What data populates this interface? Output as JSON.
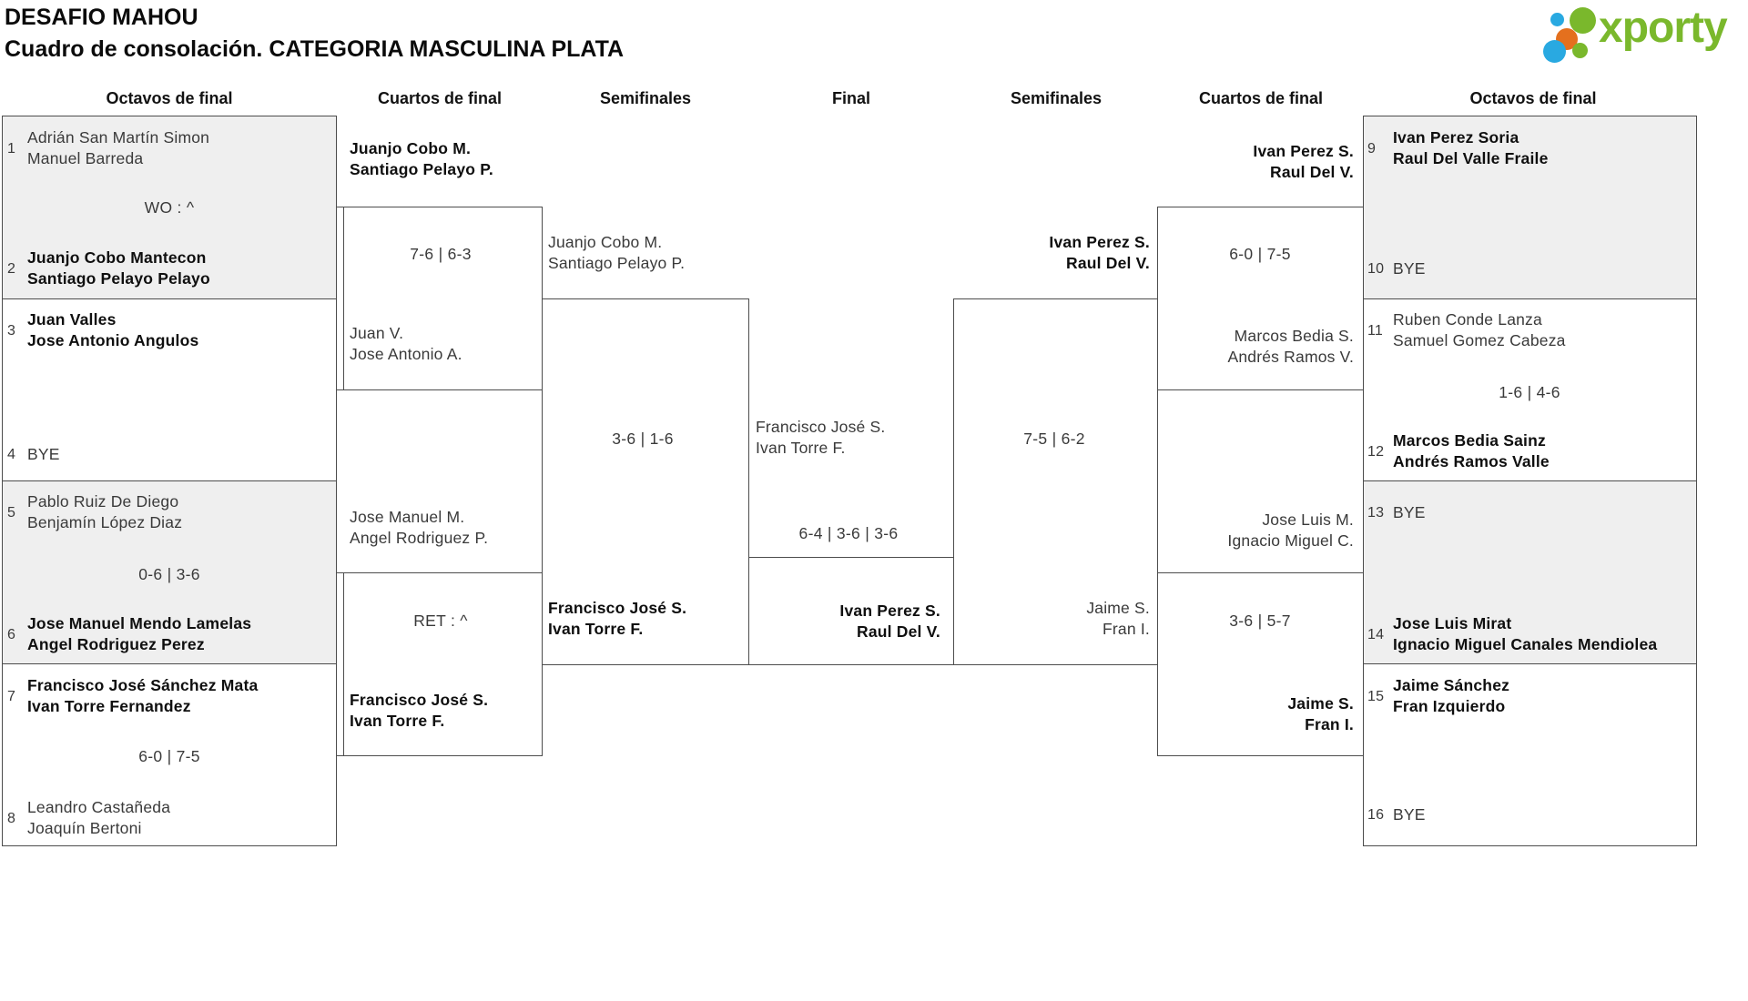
{
  "header": {
    "title": "DESAFIO MAHOU",
    "subtitle": "Cuadro de consolación. CATEGORIA MASCULINA PLATA"
  },
  "logo": {
    "text": "xporty",
    "green": "#7ab82c",
    "blue": "#29a9e1",
    "orange": "#e4701e"
  },
  "rounds": [
    "Octavos de final",
    "Cuartos de final",
    "Semifinales",
    "Final",
    "Semifinales",
    "Cuartos de final",
    "Octavos de final"
  ],
  "octavos_left": [
    {
      "seed_top": "1",
      "top": [
        "Adrián San Martín Simon",
        "Manuel Barreda"
      ],
      "score": "WO : ^",
      "seed_bottom": "2",
      "bottom": [
        "Juanjo Cobo Mantecon",
        "Santiago Pelayo Pelayo"
      ],
      "winner": "bottom"
    },
    {
      "seed_top": "3",
      "top": [
        "Juan Valles",
        "Jose Antonio Angulos"
      ],
      "score": "",
      "seed_bottom": "4",
      "bottom": [
        "BYE"
      ],
      "winner": "top"
    },
    {
      "seed_top": "5",
      "top": [
        "Pablo Ruiz De Diego",
        "Benjamín López Diaz"
      ],
      "score": "0-6 | 3-6",
      "seed_bottom": "6",
      "bottom": [
        "Jose Manuel Mendo Lamelas",
        "Angel Rodriguez Perez"
      ],
      "winner": "bottom"
    },
    {
      "seed_top": "7",
      "top": [
        "Francisco José Sánchez Mata",
        "Ivan Torre Fernandez"
      ],
      "score": "6-0 | 7-5",
      "seed_bottom": "8",
      "bottom": [
        "Leandro Castañeda",
        "Joaquín Bertoni"
      ],
      "winner": "top"
    }
  ],
  "cuartos_left": [
    {
      "top": [
        "Juanjo Cobo M.",
        "Santiago Pelayo P."
      ],
      "score": "7-6 | 6-3",
      "bottom": [
        "Juan V.",
        "Jose Antonio A."
      ],
      "winner": "top"
    },
    {
      "top": [
        "Jose Manuel M.",
        "Angel Rodriguez P."
      ],
      "score": "RET : ^",
      "bottom": [
        "Francisco José S.",
        "Ivan Torre F."
      ],
      "winner": "bottom"
    }
  ],
  "semifinal_left": {
    "top": [
      "Juanjo Cobo M.",
      "Santiago Pelayo P."
    ],
    "score": "3-6 | 1-6",
    "bottom": [
      "Francisco José S.",
      "Ivan Torre F."
    ],
    "winner": "bottom"
  },
  "final": {
    "top": [
      "Francisco José S.",
      "Ivan Torre F."
    ],
    "score": "6-4 | 3-6 | 3-6",
    "bottom": [
      "Ivan Perez S.",
      "Raul Del V."
    ],
    "winner": "bottom"
  },
  "semifinal_right": {
    "top": [
      "Ivan Perez S.",
      "Raul Del V."
    ],
    "score": "7-5 | 6-2",
    "bottom": [
      "Jaime S.",
      "Fran I."
    ],
    "winner": "top"
  },
  "cuartos_right": [
    {
      "top": [
        "Ivan Perez S.",
        "Raul Del V."
      ],
      "score": "6-0 | 7-5",
      "bottom": [
        "Marcos Bedia S.",
        "Andrés Ramos V."
      ],
      "winner": "top"
    },
    {
      "top": [
        "Jose Luis M.",
        "Ignacio Miguel C."
      ],
      "score": "3-6 | 5-7",
      "bottom": [
        "Jaime S.",
        "Fran I."
      ],
      "winner": "bottom"
    }
  ],
  "octavos_right": [
    {
      "seed_top": "9",
      "top": [
        "Ivan Perez Soria",
        "Raul Del Valle Fraile"
      ],
      "score": "",
      "seed_bottom": "10",
      "bottom": [
        "BYE"
      ],
      "winner": "top"
    },
    {
      "seed_top": "11",
      "top": [
        "Ruben Conde Lanza",
        "Samuel Gomez Cabeza"
      ],
      "score": "1-6 | 4-6",
      "seed_bottom": "12",
      "bottom": [
        "Marcos Bedia Sainz",
        "Andrés Ramos Valle"
      ],
      "winner": "bottom"
    },
    {
      "seed_top": "13",
      "top": [
        "BYE"
      ],
      "score": "",
      "seed_bottom": "14",
      "bottom": [
        "Jose Luis Mirat",
        "Ignacio Miguel Canales Mendiolea"
      ],
      "winner": "bottom"
    },
    {
      "seed_top": "15",
      "top": [
        "Jaime Sánchez",
        "Fran Izquierdo"
      ],
      "score": "",
      "seed_bottom": "16",
      "bottom": [
        "BYE"
      ],
      "winner": "top"
    }
  ]
}
